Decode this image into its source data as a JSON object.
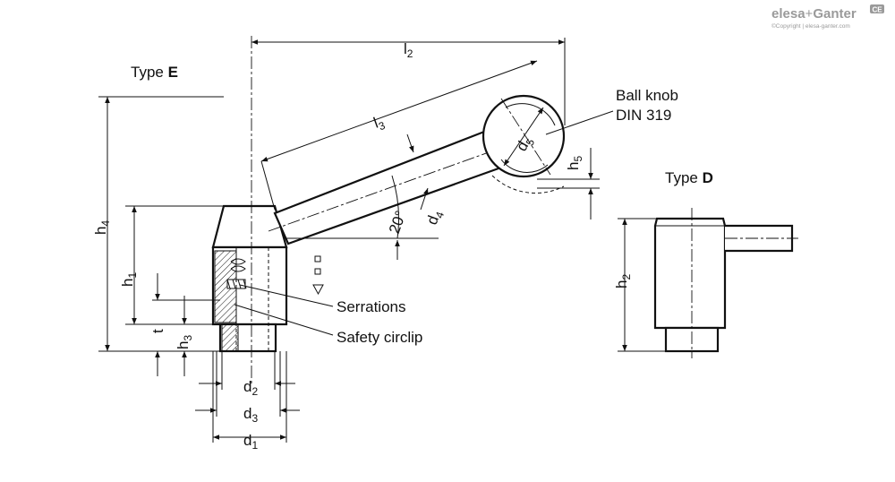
{
  "title_type_e": {
    "prefix": "Type ",
    "letter": "E"
  },
  "title_type_d": {
    "prefix": "Type ",
    "letter": "D"
  },
  "callouts": {
    "ball_knob_line1": "Ball knob",
    "ball_knob_line2": "DIN 319",
    "serrations": "Serrations",
    "safety_circlip": "Safety circlip"
  },
  "angle_label": "20°",
  "dimensions": {
    "l2": {
      "base": "l",
      "sub": "2"
    },
    "l3": {
      "base": "l",
      "sub": "3"
    },
    "d1": {
      "base": "d",
      "sub": "1"
    },
    "d2": {
      "base": "d",
      "sub": "2"
    },
    "d3": {
      "base": "d",
      "sub": "3"
    },
    "d4": {
      "base": "d",
      "sub": "4"
    },
    "d5": {
      "base": "d",
      "sub": "5"
    },
    "h1": {
      "base": "h",
      "sub": "1"
    },
    "h2": {
      "base": "h",
      "sub": "2"
    },
    "h3": {
      "base": "h",
      "sub": "3"
    },
    "h4": {
      "base": "h",
      "sub": "4"
    },
    "h5": {
      "base": "h",
      "sub": "5"
    },
    "t": {
      "base": "t",
      "sub": ""
    }
  },
  "logo": {
    "elesa": "elesa",
    "plus": "+",
    "ganter": "Ganter",
    "badge": "CE",
    "copyright": "©Copyright | elesa-ganter.com"
  }
}
